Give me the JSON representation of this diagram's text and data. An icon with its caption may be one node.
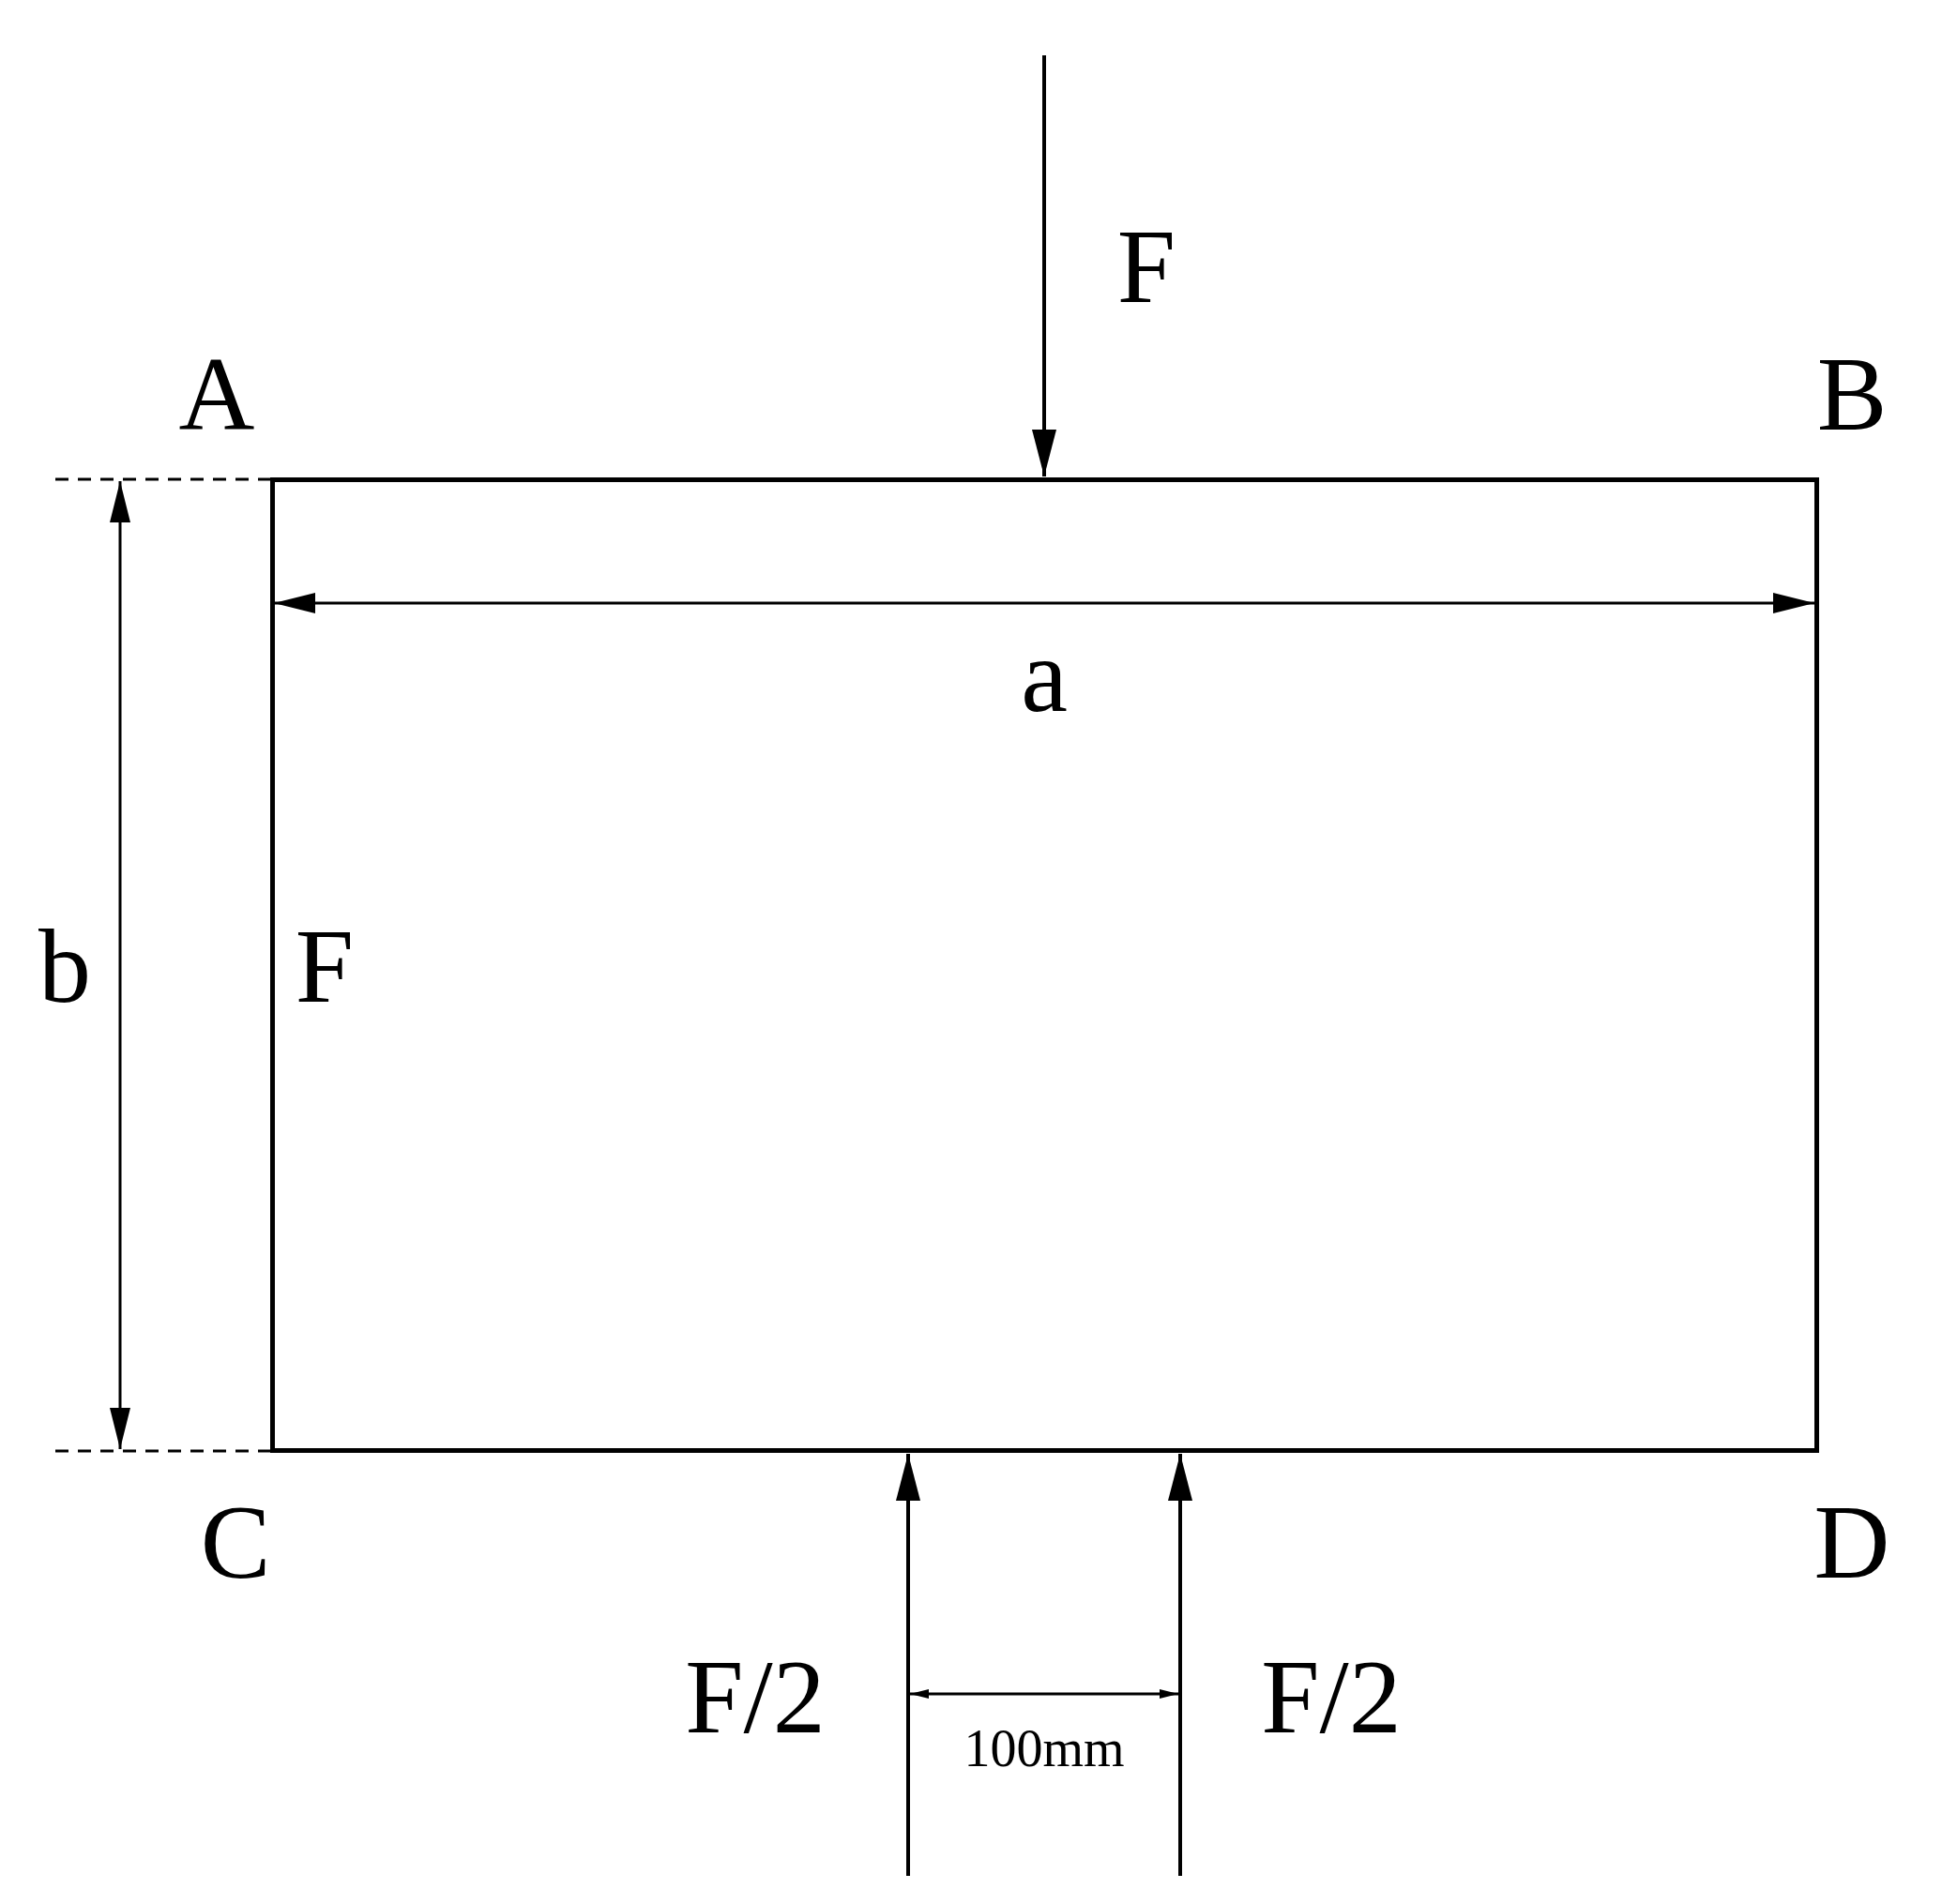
{
  "diagram": {
    "nodes": [
      {
        "text": [],
        "shape": "box"
      }
    ],
    "labels": [
      "F",
      "A",
      "B",
      "a",
      "b",
      "F",
      "C",
      "D",
      "F/2",
      "100mm",
      "F/2"
    ]
  }
}
